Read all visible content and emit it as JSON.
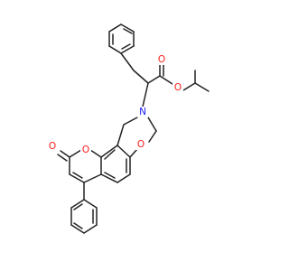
{
  "colors": {
    "background": "#ffffff",
    "bond": "#222222",
    "oxygen": "#ff1a1a",
    "nitrogen": "#1a1aff"
  },
  "atoms": [
    {
      "id": "o_ester_carbonyl",
      "label": "O",
      "element": "oxygen"
    },
    {
      "id": "o_ester_single",
      "label": "O",
      "element": "oxygen"
    },
    {
      "id": "n_oxazine",
      "label": "N",
      "element": "nitrogen"
    },
    {
      "id": "o_oxazine",
      "label": "O",
      "element": "oxygen"
    },
    {
      "id": "o_lactone_carbonyl",
      "label": "O",
      "element": "oxygen"
    },
    {
      "id": "o_lactone_ring",
      "label": "O",
      "element": "oxygen"
    }
  ]
}
